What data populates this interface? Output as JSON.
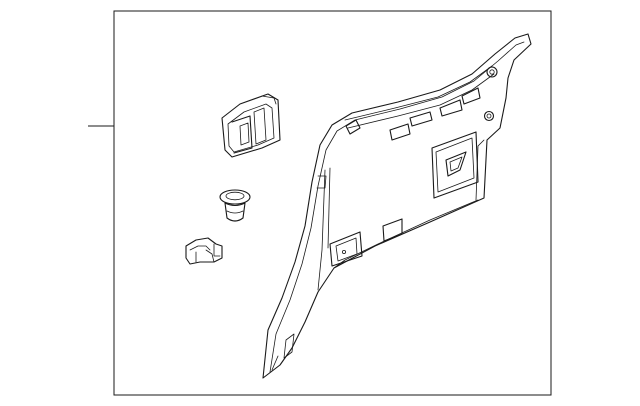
{
  "diagram": {
    "kind": "exploded-parts-illustration",
    "parts": [
      {
        "name": "quarter-trim-panel"
      },
      {
        "name": "access-cover"
      },
      {
        "name": "retainer-clip"
      },
      {
        "name": "fastener-clip"
      }
    ],
    "callouts": [
      {
        "name": "leader-line",
        "label": ""
      }
    ],
    "colors": {
      "line": "#1a1a1a",
      "background": "#ffffff"
    }
  }
}
